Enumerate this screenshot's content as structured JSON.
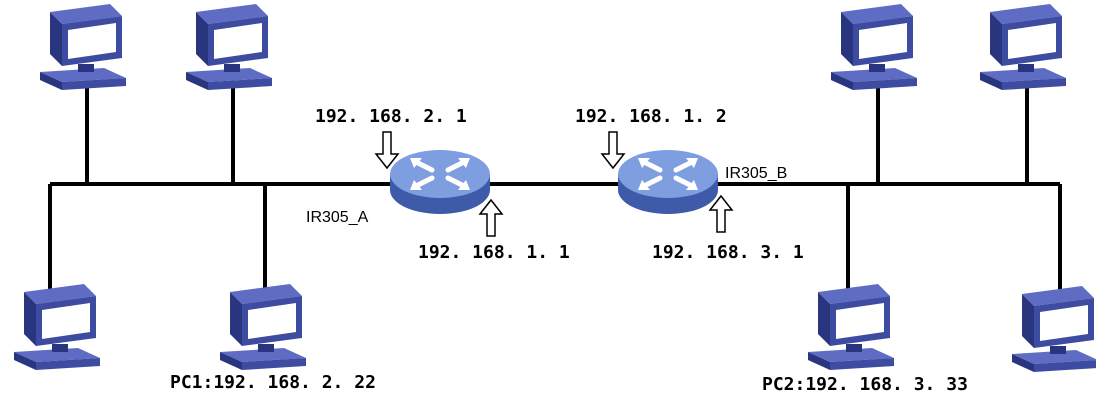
{
  "routers": {
    "a": {
      "name": "IR305_A",
      "lan_ip": "192. 168. 2. 1",
      "wan_ip": "192. 168. 1. 1"
    },
    "b": {
      "name": "IR305_B",
      "wan_ip": "192. 168. 1. 2",
      "lan_ip": "192. 168. 3. 1"
    }
  },
  "pcs": {
    "pc1": "PC1:192. 168. 2. 22",
    "pc2": "PC2:192. 168. 3. 33"
  },
  "colors": {
    "pc_body": "#3d4ba0",
    "pc_top": "#5e6cc4",
    "pc_dark": "#2a3580",
    "screen": "#ffffff",
    "router_body": "#4a68b8",
    "router_top": "#7f9ee0",
    "wire": "#000000"
  },
  "icons": {
    "pc": "desktop-computer-icon",
    "router": "router-icon",
    "arrow": "interface-arrow-icon"
  }
}
